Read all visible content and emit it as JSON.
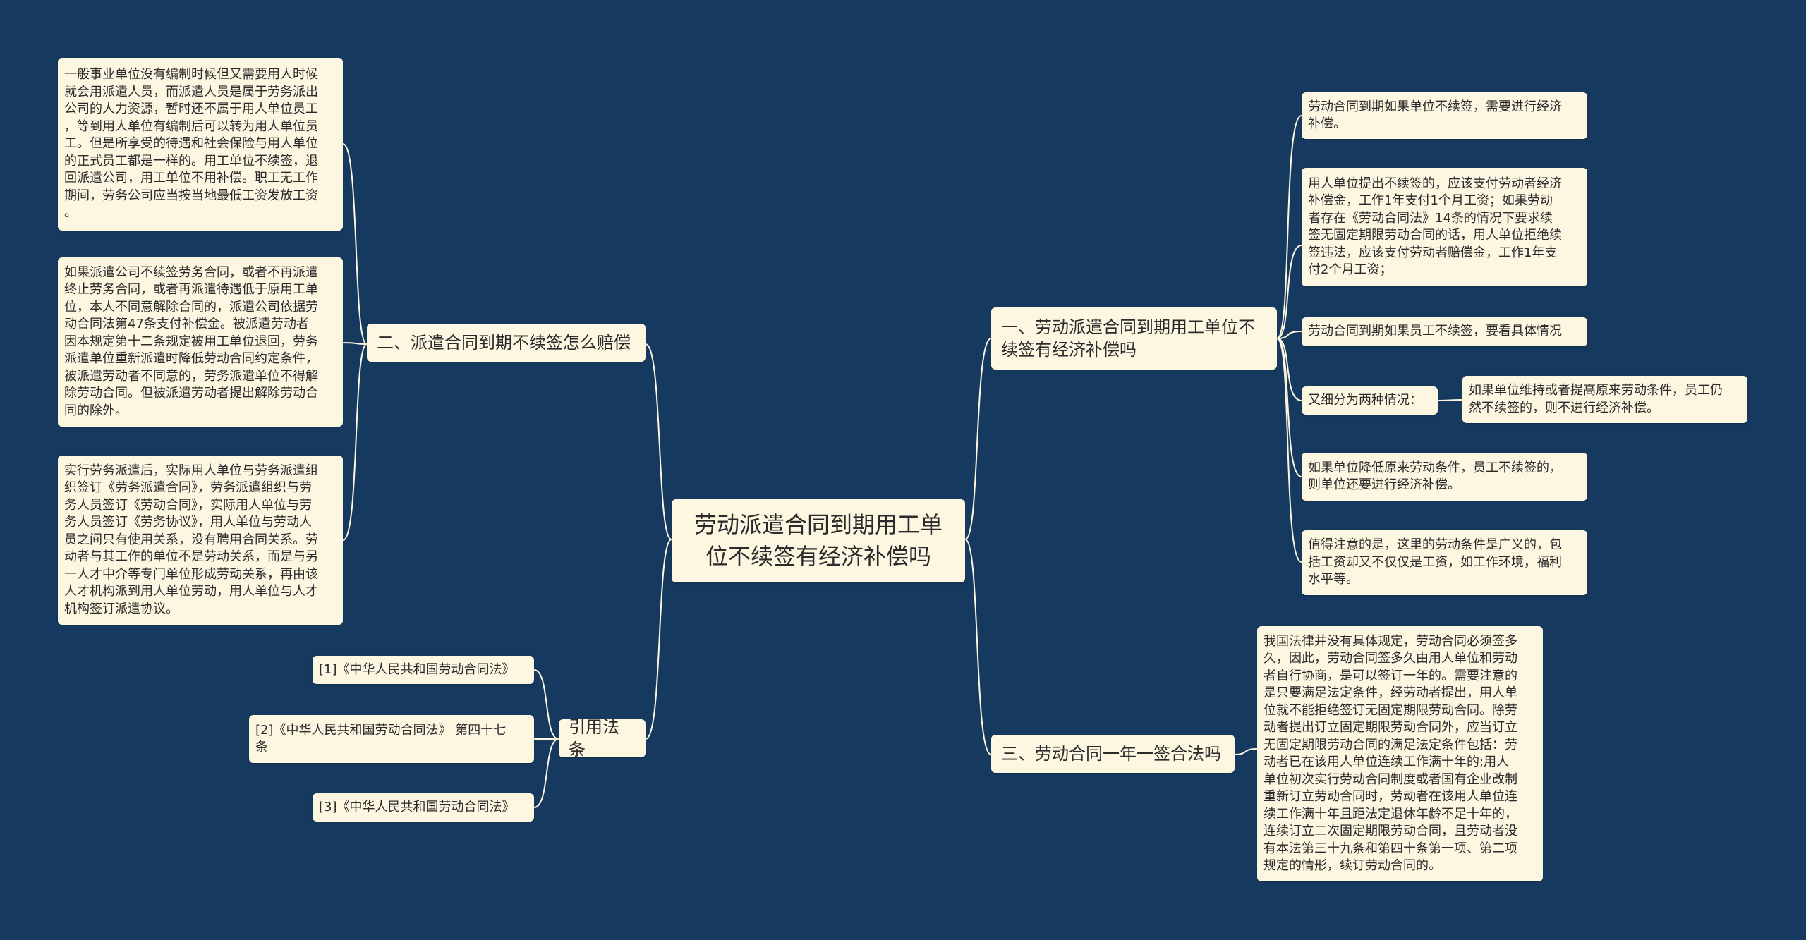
{
  "root": {
    "label": "劳动派遣合同到期用工单\n位不续签有经济补偿吗"
  },
  "branches": {
    "b1": {
      "label": "一、劳动派遣合同到期用工单位不\n续签有经济补偿吗"
    },
    "b2": {
      "label": "二、派遣合同到期不续签怎么赔偿"
    },
    "b3": {
      "label": "三、劳动合同一年一签合法吗"
    },
    "b4": {
      "label": "引用法条"
    }
  },
  "leaves": {
    "l1": {
      "label": "劳动合同到期如果单位不续签，需要进行经济\n补偿。"
    },
    "l2": {
      "label": "用人单位提出不续签的，应该支付劳动者经济\n补偿金，工作1年支付1个月工资；如果劳动\n者存在《劳动合同法》14条的情况下要求续\n签无固定期限劳动合同的话，用人单位拒绝续\n签违法，应该支付劳动者赔偿金，工作1年支\n付2个月工资；"
    },
    "l3": {
      "label": "劳动合同到期如果员工不续签，要看具体情况"
    },
    "l4": {
      "label": "又细分为两种情况："
    },
    "l4a": {
      "label": "如果单位维持或者提高原来劳动条件，员工仍\n然不续签的，则不进行经济补偿。"
    },
    "l5": {
      "label": "如果单位降低原来劳动条件，员工不续签的，\n则单位还要进行经济补偿。"
    },
    "l6": {
      "label": "值得注意的是，这里的劳动条件是广义的，包\n括工资却又不仅仅是工资，如工作环境，福利\n水平等。"
    },
    "l7": {
      "label": "一般事业单位没有编制时候但又需要用人时候\n就会用派遣人员，而派遣人员是属于劳务派出\n公司的人力资源，暂时还不属于用人单位员工\n，等到用人单位有编制后可以转为用人单位员\n工。但是所享受的待遇和社会保险与用人单位\n的正式员工都是一样的。用工单位不续签，退\n回派遣公司，用工单位不用补偿。职工无工作\n期间，劳务公司应当按当地最低工资发放工资\n。"
    },
    "l8": {
      "label": "如果派遣公司不续签劳务合同，或者不再派遣\n终止劳务合同，或者再派遣待遇低于原用工单\n位，本人不同意解除合同的，派遣公司依据劳\n动合同法第47条支付补偿金。被派遣劳动者\n因本规定第十二条规定被用工单位退回，劳务\n派遣单位重新派遣时降低劳动合同约定条件，\n被派遣劳动者不同意的，劳务派遣单位不得解\n除劳动合同。但被派遣劳动者提出解除劳动合\n同的除外。"
    },
    "l9": {
      "label": "实行劳务派遣后，实际用人单位与劳务派遣组\n织签订《劳务派遣合同》，劳务派遣组织与劳\n务人员签订《劳动合同》，实际用人单位与劳\n务人员签订《劳务协议》，用人单位与劳动人\n员之间只有使用关系，没有聘用合同关系。劳\n动者与其工作的单位不是劳动关系，而是与另\n一人才中介等专门单位形成劳动关系，再由该\n人才机构派到用人单位劳动，用人单位与人才\n机构签订派遣协议。"
    },
    "l10": {
      "label": "我国法律并没有具体规定，劳动合同必须签多\n久，因此，劳动合同签多久由用人单位和劳动\n者自行协商，是可以签订一年的。需要注意的\n是只要满足法定条件，经劳动者提出，用人单\n位就不能拒绝签订无固定期限劳动合同。除劳\n动者提出订立固定期限劳动合同外，应当订立\n无固定期限劳动合同的满足法定条件包括：劳\n动者已在该用人单位连续工作满十年的;用人\n单位初次实行劳动合同制度或者国有企业改制\n重新订立劳动合同时，劳动者在该用人单位连\n续工作满十年且距法定退休年龄不足十年的，\n连续订立二次固定期限劳动合同，且劳动者没\n有本法第三十九条和第四十条第一项、第二项\n规定的情形，续订劳动合同的。"
    },
    "l11": {
      "label": "[1]《中华人民共和国劳动合同法》"
    },
    "l12": {
      "label": "[2]《中华人民共和国劳动合同法》 第四十七\n条"
    },
    "l13": {
      "label": "[3]《中华人民共和国劳动合同法》"
    }
  },
  "colors": {
    "background": "#163a5f",
    "node": "#fdf7e2",
    "line": "#fdf7e2",
    "text": "#2b2b2b"
  }
}
